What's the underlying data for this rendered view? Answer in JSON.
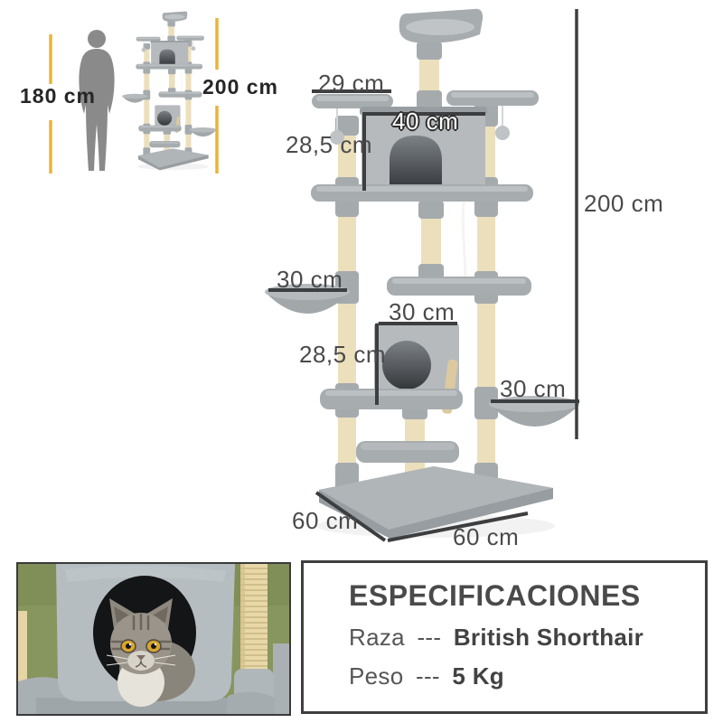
{
  "scale_figure": {
    "human_height": "180 cm",
    "tree_height": "200 cm"
  },
  "dimensions": {
    "top_left_platform_width": "29 cm",
    "upper_house_width": "40 cm",
    "upper_house_height": "28,5 cm",
    "total_height": "200 cm",
    "left_hammock_width": "30 cm",
    "middle_house_width": "30 cm",
    "middle_house_height": "28,5 cm",
    "right_hammock_width": "30 cm",
    "base_side_left": "60 cm",
    "base_side_right": "60 cm"
  },
  "specifications": {
    "title": "ESPECIFICACIONES",
    "rows": [
      {
        "label": "Raza",
        "dashes": "---",
        "value": "British Shorthair"
      },
      {
        "label": "Peso",
        "dashes": "---",
        "value": "5 Kg"
      }
    ]
  },
  "colors": {
    "accent_yellow": "#eab437",
    "dimension_line": "#3c3e40",
    "label_text": "#4a4a4a",
    "tree_gray": "#aeb3b6",
    "sisal": "#ecdfbc",
    "photo_background_green": "#87965e",
    "cat_eye_amber": "#d9a62c"
  }
}
